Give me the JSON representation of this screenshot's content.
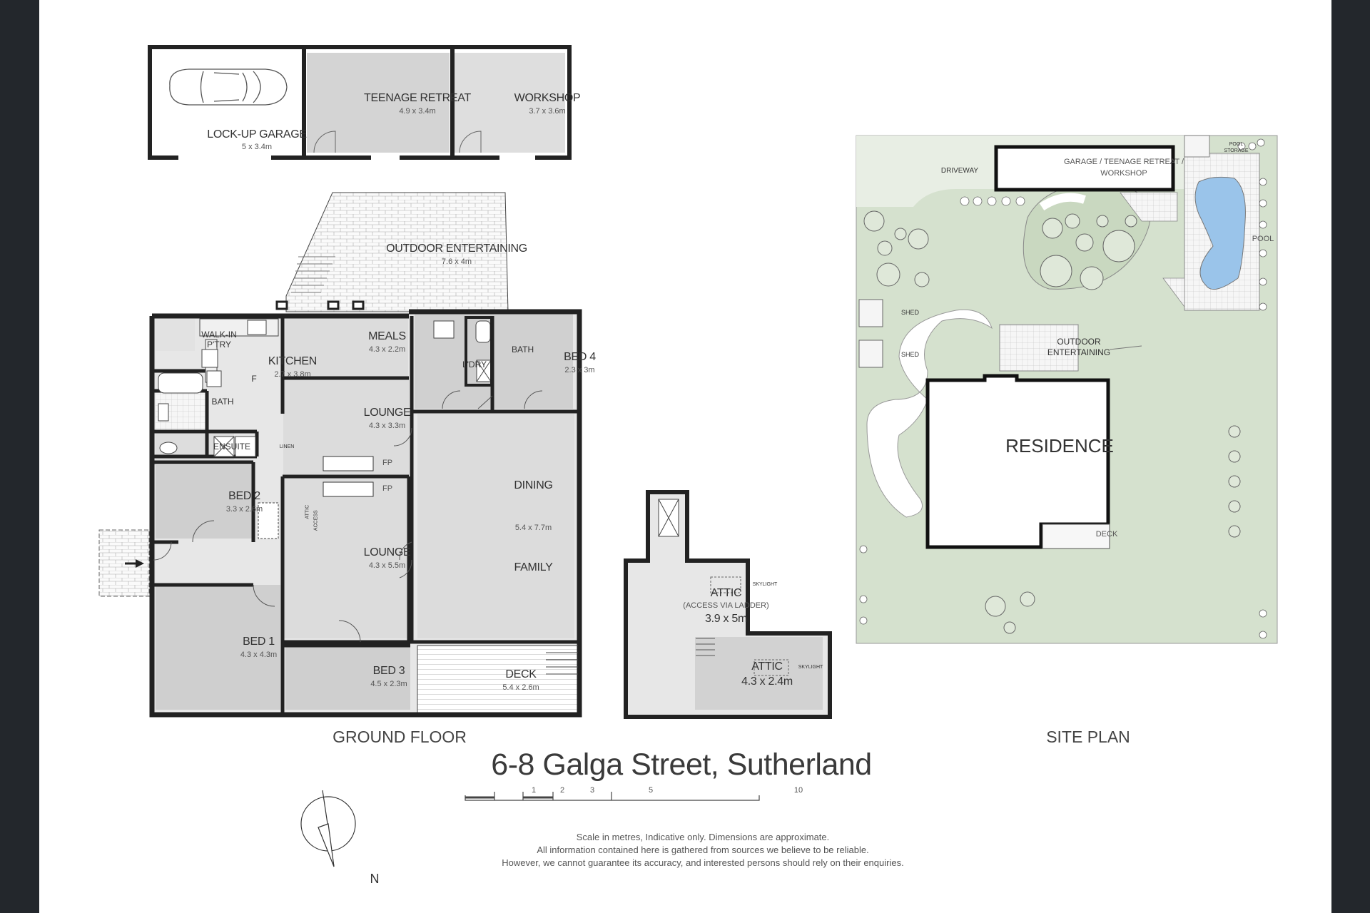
{
  "title": "6-8 Galga Street, Sutherland",
  "sections": {
    "ground": "GROUND FLOOR",
    "site": "SITE PLAN"
  },
  "outbuilding": {
    "garage": {
      "name": "LOCK-UP GARAGE",
      "dim": "5 x 3.4m"
    },
    "retreat": {
      "name": "TEENAGE RETREAT",
      "dim": "4.9 x 3.4m"
    },
    "workshop": {
      "name": "WORKSHOP",
      "dim": "3.7 x 3.6m"
    }
  },
  "rooms": {
    "outdoor": {
      "name": "OUTDOOR ENTERTAINING",
      "dim": "7.6 x 4m"
    },
    "walkin": {
      "name1": "WALK-IN",
      "name2": "P'TRY"
    },
    "kitchen": {
      "name": "KITCHEN",
      "dim": "2.7 x 3.8m"
    },
    "meals": {
      "name": "MEALS",
      "dim": "4.3 x 2.2m"
    },
    "laundry": {
      "name": "L'DRY"
    },
    "bath_small": {
      "name": "BATH"
    },
    "bed4": {
      "name": "BED 4",
      "dim": "2.3 x 3m"
    },
    "bath": {
      "name": "BATH"
    },
    "ensuite": {
      "name": "ENSUITE"
    },
    "linen": {
      "name": "LINEN"
    },
    "lounge1": {
      "name": "LOUNGE",
      "dim": "4.3 x 3.3m"
    },
    "fp": "FP",
    "bed2": {
      "name": "BED 2",
      "dim": "3.3 x 2.6m"
    },
    "attic_access": {
      "name1": "ATTIC",
      "name2": "ACCESS"
    },
    "lounge2": {
      "name": "LOUNGE",
      "dim": "4.3 x 5.5m"
    },
    "dining": {
      "name": "DINING",
      "dim": "5.4 x 7.7m"
    },
    "family": {
      "name": "FAMILY"
    },
    "bed1": {
      "name": "BED 1",
      "dim": "4.3 x 4.3m"
    },
    "bed3": {
      "name": "BED 3",
      "dim": "4.5 x 2.3m"
    },
    "deck": {
      "name": "DECK",
      "dim": "5.4 x 2.6m"
    },
    "fridge": "F"
  },
  "attic": {
    "a1": {
      "name": "ATTIC",
      "sub": "(ACCESS VIA LADDER)",
      "dim": "3.9 x 5m"
    },
    "a2": {
      "name": "ATTIC",
      "dim": "4.3 x 2.4m"
    },
    "skylight": "SKYLIGHT"
  },
  "site": {
    "garage": {
      "line1": "GARAGE / TEENAGE RETREAT /",
      "line2": "WORKSHOP"
    },
    "driveway": "DRIVEWAY",
    "pool_storage": {
      "line1": "POOL",
      "line2": "STORAGE"
    },
    "pool": "POOL",
    "shed": "SHED",
    "outdoor": {
      "line1": "OUTDOOR",
      "line2": "ENTERTAINING"
    },
    "residence": "RESIDENCE",
    "deck": "DECK"
  },
  "scale": {
    "ticks": [
      "1",
      "2",
      "3",
      "5",
      "10"
    ]
  },
  "north": "N",
  "disclaimer": {
    "l1": "Scale in metres, Indicative only. Dimensions are approximate.",
    "l2": "All information contained here is gathered from sources we believe to be reliable.",
    "l3": "However, we cannot guarantee its accuracy, and interested persons should rely on their enquiries."
  }
}
